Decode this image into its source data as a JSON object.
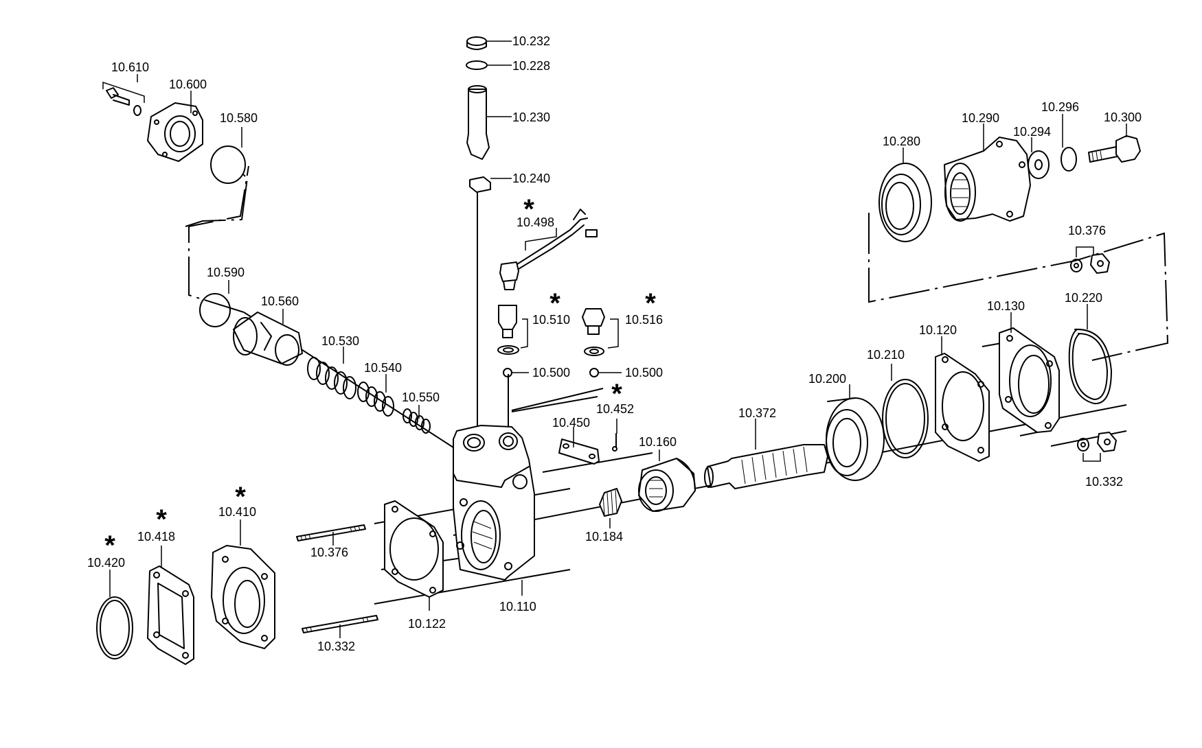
{
  "diagram": {
    "labels": {
      "p10_232": "10.232",
      "p10_228": "10.228",
      "p10_230": "10.230",
      "p10_240": "10.240",
      "p10_498": "10.498",
      "p10_510": "10.510",
      "p10_516": "10.516",
      "p10_500a": "10.500",
      "p10_500b": "10.500",
      "p10_452": "10.452",
      "p10_450": "10.450",
      "p10_610": "10.610",
      "p10_600": "10.600",
      "p10_580": "10.580",
      "p10_590": "10.590",
      "p10_560": "10.560",
      "p10_530": "10.530",
      "p10_540": "10.540",
      "p10_550": "10.550",
      "p10_110": "10.110",
      "p10_122": "10.122",
      "p10_376a": "10.376",
      "p10_332a": "10.332",
      "p10_410": "10.410",
      "p10_418": "10.418",
      "p10_420": "10.420",
      "p10_160": "10.160",
      "p10_184": "10.184",
      "p10_372": "10.372",
      "p10_200": "10.200",
      "p10_210": "10.210",
      "p10_120": "10.120",
      "p10_130": "10.130",
      "p10_220": "10.220",
      "p10_376b": "10.376",
      "p10_332b": "10.332",
      "p10_280": "10.280",
      "p10_290": "10.290",
      "p10_294": "10.294",
      "p10_296": "10.296",
      "p10_300": "10.300"
    },
    "marker": "*"
  }
}
